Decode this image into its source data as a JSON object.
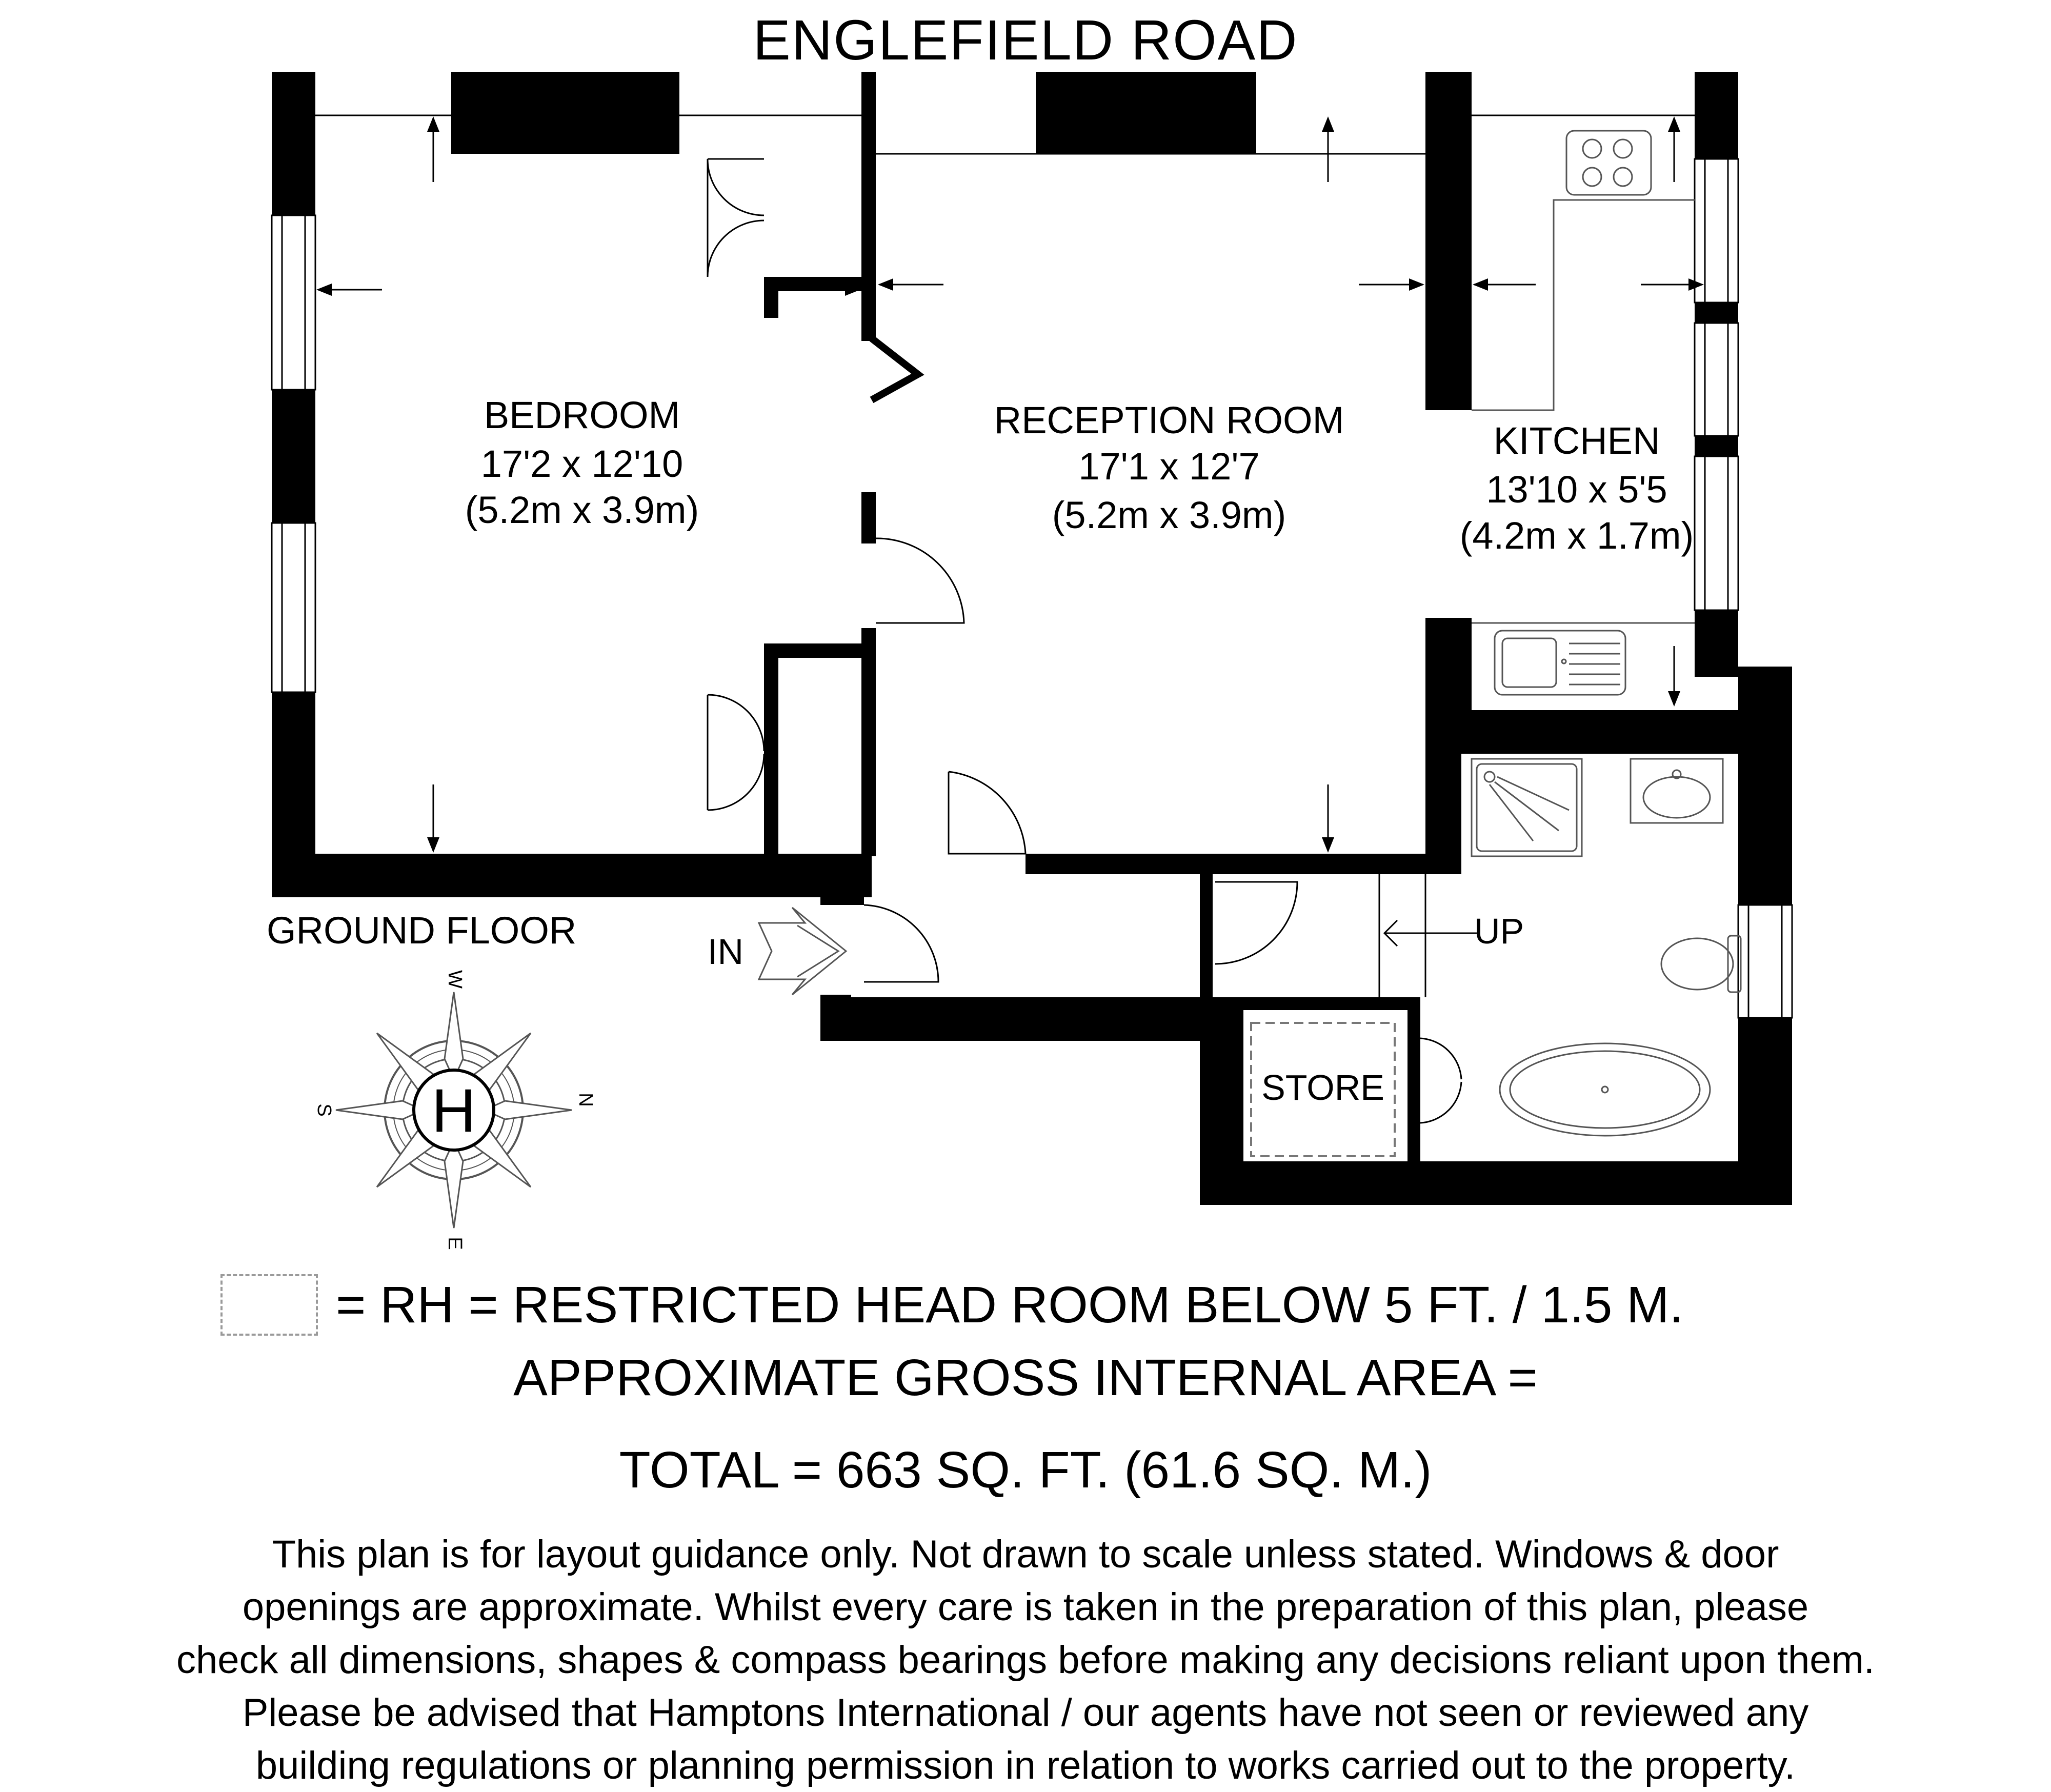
{
  "header": {
    "street_name": "ENGLEFIELD ROAD"
  },
  "floor_label": "GROUND FLOOR",
  "rooms": {
    "bedroom": {
      "name": "BEDROOM",
      "size_imperial": "17'2 x 12'10",
      "size_metric": "(5.2m x 3.9m)"
    },
    "reception": {
      "name": "RECEPTION ROOM",
      "size_imperial": "17'1 x 12'7",
      "size_metric": "(5.2m x 3.9m)"
    },
    "kitchen": {
      "name": "KITCHEN",
      "size_imperial": "13'10 x 5'5",
      "size_metric": "(4.2m x 1.7m)"
    },
    "store": {
      "name": "STORE"
    }
  },
  "markers": {
    "entrance": "IN",
    "stairs": "UP"
  },
  "compass": {
    "north": "N",
    "south": "S",
    "east": "E",
    "west": "W",
    "logo_letter": "H"
  },
  "legend": {
    "text": "= RH = RESTRICTED HEAD ROOM BELOW 5 FT. / 1.5 M."
  },
  "area": {
    "label": "APPROXIMATE GROSS INTERNAL AREA =",
    "total": "TOTAL = 663 SQ. FT. (61.6 SQ. M.)"
  },
  "disclaimer": {
    "lines": [
      "This plan is for layout guidance only. Not drawn to scale unless stated. Windows & door",
      "openings are approximate. Whilst every care is taken in the preparation of this plan, please",
      "check all dimensions, shapes & compass bearings before making any decisions reliant upon them.",
      "Please be advised that Hamptons International / our agents have not seen or reviewed any",
      "building regulations or planning permission in relation to works carried out to the property."
    ]
  },
  "colors": {
    "wall": "#000000",
    "window": "#ffffff",
    "fixture_line": "#555555",
    "legend_dash": "#9a9a9a"
  }
}
